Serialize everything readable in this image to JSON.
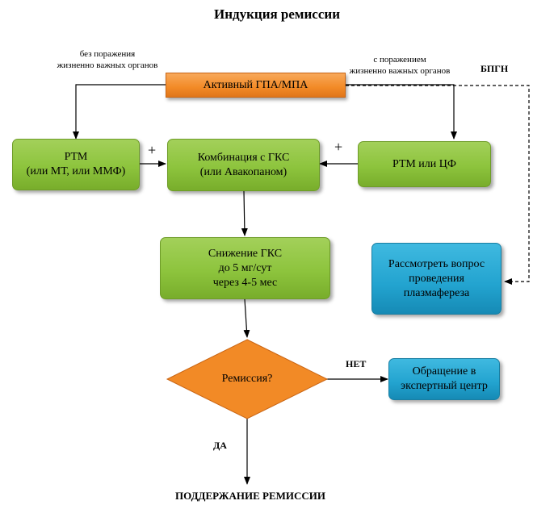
{
  "title": "Индукция ремиссии",
  "notes": {
    "left": "без поражения\nжизненно важных органов",
    "right": "с поражением\nжизненно важных органов"
  },
  "nodes": {
    "active": "Активный ГПА/МПА",
    "rtm_left": "РТМ\n(или МТ, или ММФ)",
    "combo": "Комбинация с ГКС\n(или Авакопаном)",
    "rtm_right": "РТМ или ЦФ",
    "reduce": "Снижение ГКС\nдо 5 мг/сут\nчерез 4-5 мес",
    "plasma": "Рассмотреть вопрос\nпроведения\nплазмафереза",
    "remission": "Ремиссия?",
    "expert": "Обращение в\nэкспертный центр"
  },
  "labels": {
    "bpgn": "БПГН",
    "plus_left": "+",
    "plus_right": "+",
    "no": "НЕТ",
    "yes": "ДА",
    "maintain": "ПОДДЕРЖАНИЕ РЕМИССИИ"
  },
  "colors": {
    "green": "#8dc43d",
    "orange": "#f28a26",
    "blue": "#22a3cf"
  }
}
